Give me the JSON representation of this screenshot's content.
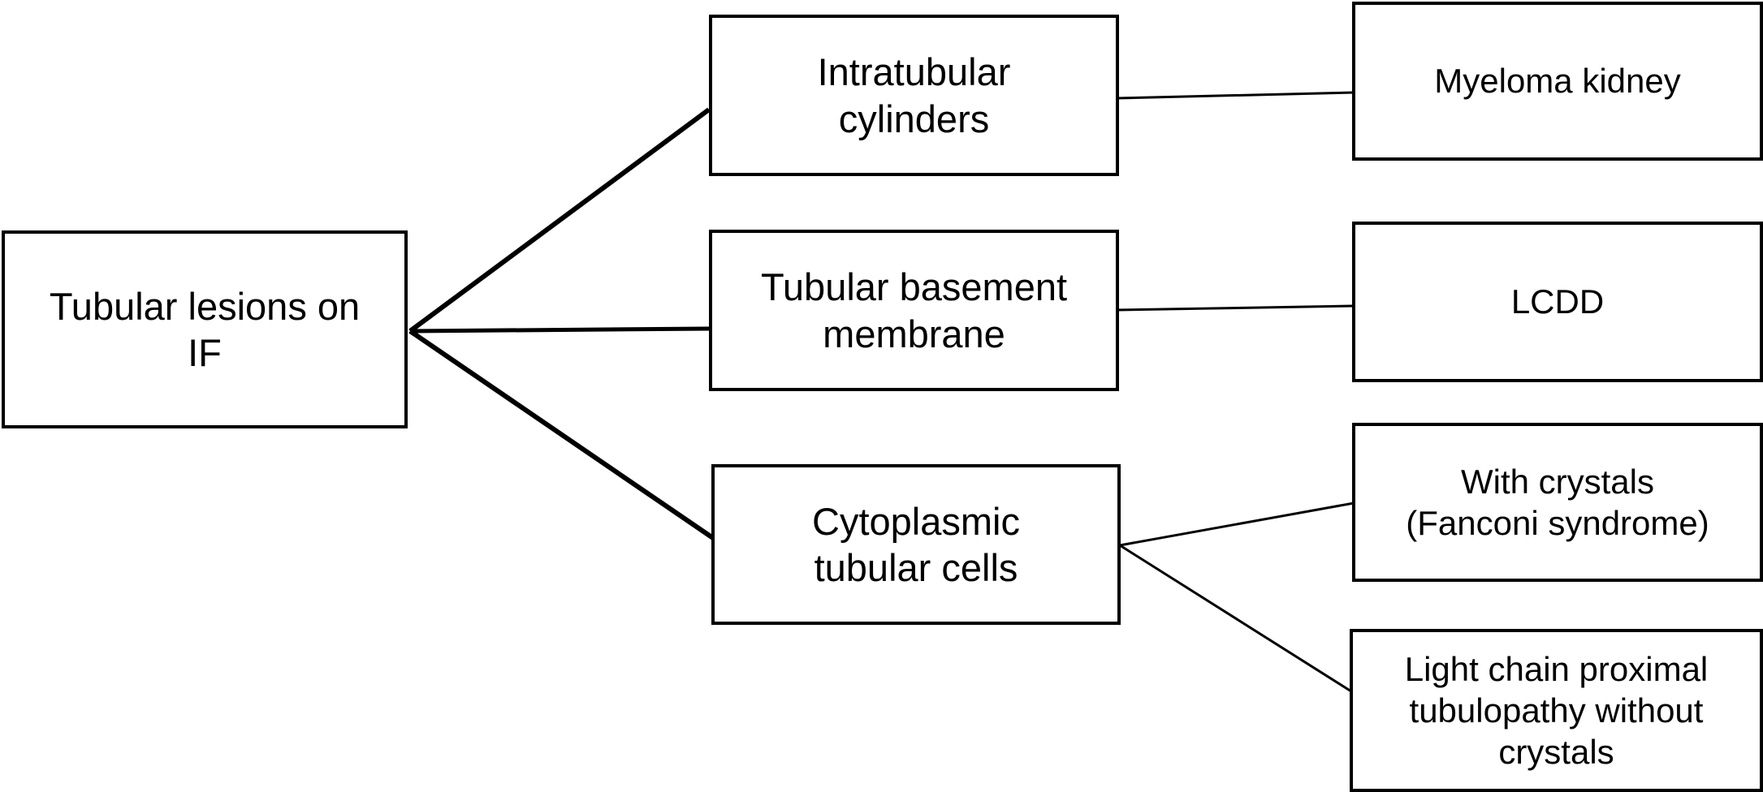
{
  "diagram": {
    "title": "Tubular lesions on IF classification flowchart",
    "type": "flowchart",
    "orientation": "left-to-right",
    "background_color": "#ffffff",
    "line_color": "#000000",
    "text_color": "#000000",
    "nodes": {
      "root": {
        "id": "root",
        "label": "Tubular lesions on\nIF",
        "column": 1
      },
      "intratubular_cylinders": {
        "id": "intratubular-cylinders",
        "label": "Intratubular\ncylinders",
        "column": 2
      },
      "tubular_basement_membrane": {
        "id": "tubular-basement-membrane",
        "label": "Tubular basement\nmembrane",
        "column": 2
      },
      "cytoplasmic_tubular_cells": {
        "id": "cytoplasmic-tubular-cells",
        "label": "Cytoplasmic\ntubular cells",
        "column": 2
      },
      "myeloma_kidney": {
        "id": "myeloma-kidney",
        "label": "Myeloma kidney",
        "column": 3
      },
      "lcdd": {
        "id": "lcdd",
        "label": "LCDD",
        "column": 3
      },
      "with_crystals": {
        "id": "with-crystals",
        "label": "With crystals\n(Fanconi syndrome)",
        "column": 3
      },
      "light_chain_proximal_tubulopathy": {
        "id": "light-chain-proximal-tubulopathy",
        "label": "Light chain proximal\ntubulopathy without\ncrystals",
        "column": 3
      }
    },
    "edges": [
      {
        "from": "root",
        "to": "intratubular_cylinders"
      },
      {
        "from": "root",
        "to": "tubular_basement_membrane"
      },
      {
        "from": "root",
        "to": "cytoplasmic_tubular_cells"
      },
      {
        "from": "intratubular_cylinders",
        "to": "myeloma_kidney"
      },
      {
        "from": "tubular_basement_membrane",
        "to": "lcdd"
      },
      {
        "from": "cytoplasmic_tubular_cells",
        "to": "with_crystals"
      },
      {
        "from": "cytoplasmic_tubular_cells",
        "to": "light_chain_proximal_tubulopathy"
      }
    ]
  }
}
